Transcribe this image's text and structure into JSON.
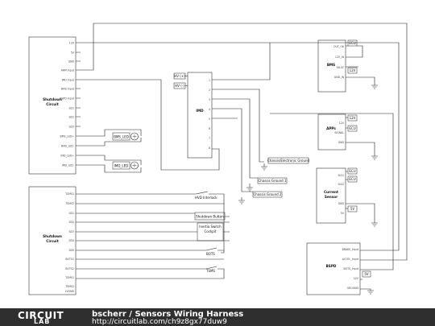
{
  "diagram": {
    "shutdown_top": {
      "title": [
        "Shutdown",
        "Circuit"
      ],
      "pins": [
        "12V",
        "5V",
        "GND",
        "ARM Input",
        "IMD Input",
        "BMS Input",
        "BSPD Input",
        "SD1",
        "SD2",
        "SD3",
        "BMS_LED+",
        "BMS_LED-",
        "IMD_LED+",
        "IMD_LED-"
      ]
    },
    "shutdown_bottom": {
      "title": [
        "Shutdown",
        "Circuit"
      ],
      "pins": [
        "TSMS1",
        "TSMS2",
        "SD1",
        "SD2",
        "SD3",
        "SD4",
        "SD5",
        "BOTS1",
        "BOTS2",
        "TSMS1",
        "TSMS2",
        "LVGND"
      ]
    },
    "bms_led": "BMS_LED",
    "imd_led": "IMD_LED",
    "imd": {
      "title": "IMD",
      "top_labels": [
        "HV (+)",
        "HV (-)"
      ],
      "pins": [
        "1",
        "2",
        "3",
        "4",
        "5",
        "6",
        "7",
        "8"
      ]
    },
    "bms": {
      "title": "BMS",
      "pins": [
        "OUT_OK",
        "12V_IN",
        "FAULT",
        "GND_IN"
      ],
      "tags": [
        "ECU",
        "12V"
      ]
    },
    "apps": {
      "title": "APPs",
      "pins": [
        "12V",
        "SIGNAL",
        "GND"
      ],
      "tags": [
        "12V",
        "ECU"
      ]
    },
    "current_sensor": {
      "title": [
        "Current",
        "Sensor"
      ],
      "pins": [
        "SIG1",
        "SIG2",
        "GND",
        "5V"
      ],
      "tags": [
        "ECU",
        "ECU",
        "5V"
      ]
    },
    "bspd": {
      "title": "BSPD",
      "pins": [
        "BRAKE_Input",
        "ACCEL_Input",
        "BOTS_Input",
        "12V",
        "GROUND"
      ],
      "tags": [
        "5V"
      ]
    },
    "grounds": [
      "Chassis/Electronic Ground",
      "Chassis Ground 1",
      "Chassis Ground 2"
    ],
    "switches": [
      "HVD Interlock",
      "Shutdown Button",
      "Inertia Switch",
      "BOTS",
      "TSMS"
    ],
    "switch_subtext": "Cockpit"
  },
  "footer": {
    "logo_top": "CIRCUIT",
    "logo_bottom": "LAB",
    "author": "bscherr",
    "separator": " / ",
    "title": "Sensors Wiring Harness",
    "url": "http://circuitlab.com/ch9z8gx77duw9"
  },
  "colors": {
    "footer_bg": "#2f2f2f",
    "line": "#222222"
  }
}
